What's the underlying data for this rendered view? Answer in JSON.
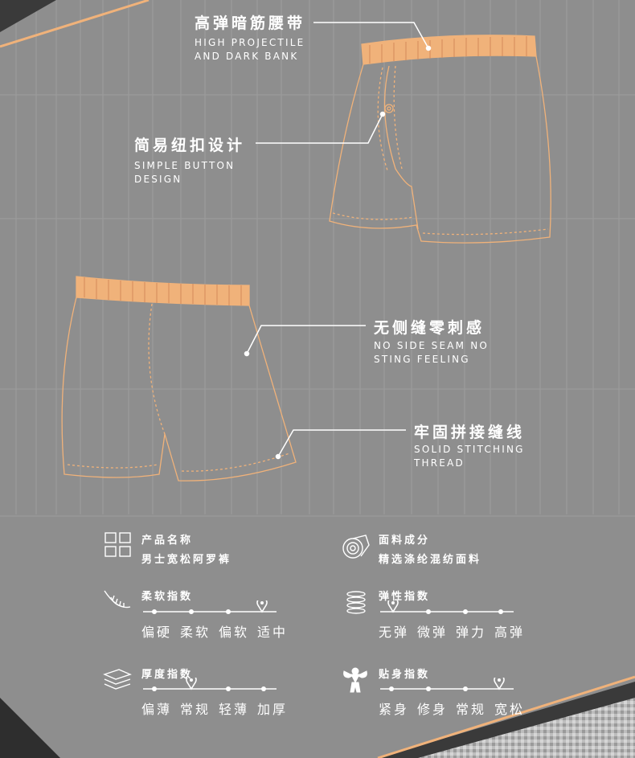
{
  "callouts": [
    {
      "cn": "高弹暗筋腰带",
      "en": [
        "HIGH PROJECTILE",
        "AND DARK BANK"
      ]
    },
    {
      "cn": "简易纽扣设计",
      "en": [
        "SIMPLE BUTTON",
        "DESIGN"
      ]
    },
    {
      "cn": "无侧缝零刺感",
      "en": [
        "NO SIDE SEAM NO",
        "STING FEELING"
      ]
    },
    {
      "cn": "牢固拼接缝线",
      "en": [
        "SOLID STITCHING",
        "THREAD"
      ]
    }
  ],
  "specs": {
    "product": {
      "label": "产品名称",
      "value": "男士宽松阿罗裤",
      "icon": "grid-icon"
    },
    "fabric": {
      "label": "面料成分",
      "value": "精选涤纶混纺面料",
      "icon": "fabric-roll-icon"
    },
    "softness": {
      "label": "柔软指数",
      "levels": [
        "偏硬",
        "柔软",
        "偏软",
        "适中"
      ],
      "selected_index": 3,
      "icon": "feather-icon"
    },
    "elasticity": {
      "label": "弹性指数",
      "levels": [
        "无弹",
        "微弹",
        "弹力",
        "高弹"
      ],
      "selected_index": 0,
      "icon": "spring-icon"
    },
    "thickness": {
      "label": "厚度指数",
      "levels": [
        "偏薄",
        "常规",
        "轻薄",
        "加厚"
      ],
      "selected_index": 1,
      "icon": "layers-icon"
    },
    "fit": {
      "label": "贴身指数",
      "levels": [
        "紧身",
        "修身",
        "常规",
        "宽松"
      ],
      "selected_index": 3,
      "icon": "muscle-figure-icon"
    }
  },
  "colors": {
    "background": "#8e8e8e",
    "accent": "#f0b27a",
    "line": "#ffffff",
    "dark": "#3a3a3a"
  }
}
